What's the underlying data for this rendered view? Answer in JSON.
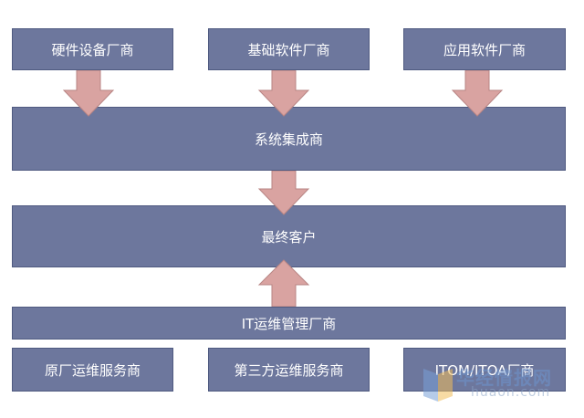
{
  "top_boxes": [
    {
      "label": "硬件设备厂商"
    },
    {
      "label": "基础软件厂商"
    },
    {
      "label": "应用软件厂商"
    }
  ],
  "integrator": {
    "label": "系统集成商"
  },
  "end_customer": {
    "label": "最终客户"
  },
  "it_ops": {
    "label": "IT运维管理厂商"
  },
  "bottom_boxes": [
    {
      "label": "原厂运维服务商"
    },
    {
      "label": "第三方运维服务商"
    },
    {
      "label": "ITOM/ITOA厂商"
    }
  ],
  "watermark": {
    "text": "华经情报网",
    "url": "huaon.com"
  },
  "colors": {
    "box": "#6d779d",
    "box_border": "#4f5a80",
    "arrow": "#d9a3a1",
    "arrow_border": "#b88584"
  }
}
